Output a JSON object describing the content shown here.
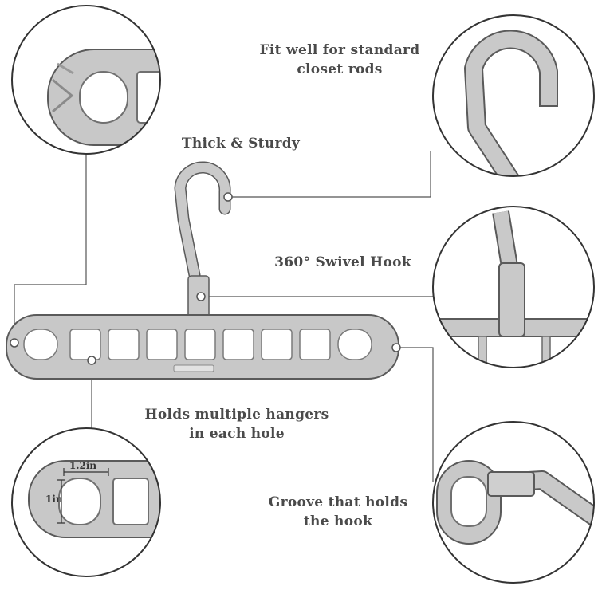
{
  "captions": {
    "rods": {
      "line1": "Fit well for standard",
      "line2": "closet rods"
    },
    "sturdy": {
      "line1": "Thick & Sturdy"
    },
    "swivel": {
      "line1": "360° Swivel Hook"
    },
    "holds": {
      "line1": "Holds multiple hangers",
      "line2": "in each hole"
    },
    "groove": {
      "line1": "Groove that holds",
      "line2": "the hook"
    }
  },
  "dimensions": {
    "width": "1.2in",
    "height": "1in"
  },
  "colors": {
    "hanger_fill": "#c8c8c8",
    "hanger_dark": "#a3a3a3",
    "outline": "#5a5a5a",
    "leader": "#555555",
    "text": "#4a4a4a"
  }
}
